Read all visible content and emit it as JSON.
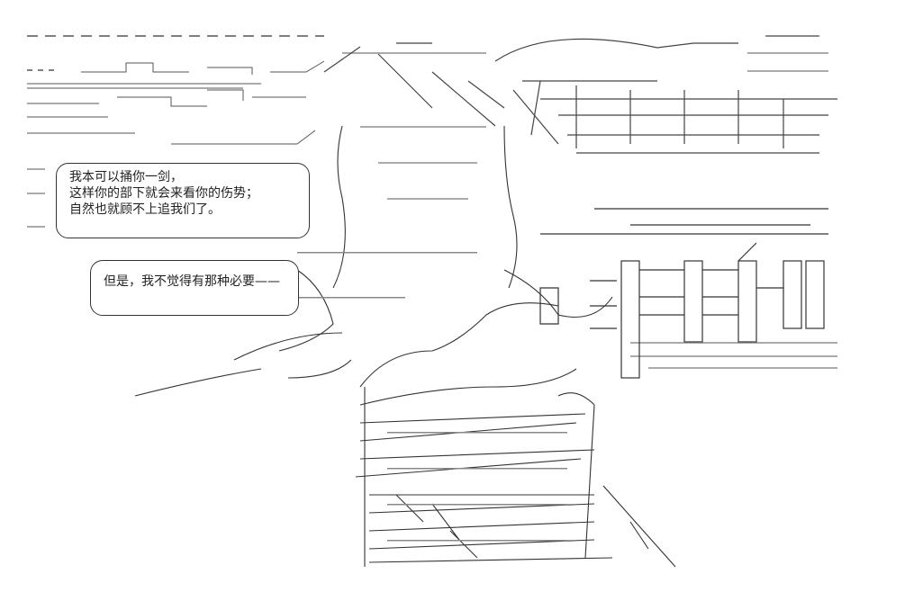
{
  "speech_bubbles": [
    {
      "lines": [
        "我本可以捅你一剑，",
        "这样你的部下就会来看你的伤势；",
        "自然也就顾不上追我们了。"
      ]
    },
    {
      "lines": [
        "但是，我不觉得有那种必要——"
      ]
    }
  ],
  "colors": {
    "ink": "#222222",
    "dots": "#999999",
    "background": "#ffffff"
  }
}
